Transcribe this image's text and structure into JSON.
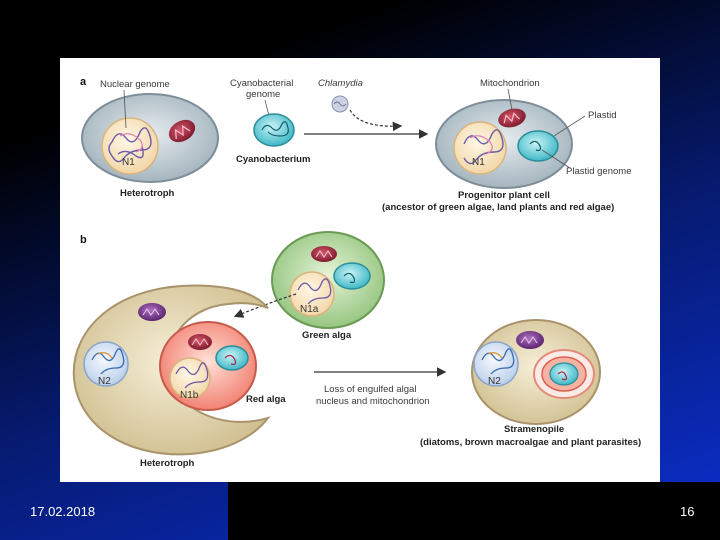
{
  "slide": {
    "date": "17.02.2018",
    "page_number": "16"
  },
  "figure": {
    "panel_a": {
      "letter": "a",
      "nuclear_genome": "Nuclear genome",
      "n1_left": "N1",
      "heterotroph": "Heterotroph",
      "cyanobacterial_genome_line1": "Cyanobacterial",
      "cyanobacterial_genome_line2": "genome",
      "cyanobacterium": "Cyanobacterium",
      "chlamydia": "Chlamydia",
      "mitochondrion": "Mitochondrion",
      "plastid": "Plastid",
      "plastid_genome": "Plastid genome",
      "n1_right": "N1",
      "progenitor": "Progenitor plant cell",
      "progenitor_note": "(ancestor of green algae, land plants and red algae)"
    },
    "panel_b": {
      "letter": "b",
      "n1a": "N1a",
      "green_alga": "Green alga",
      "n2_left": "N2",
      "n1b": "N1b",
      "red_alga": "Red alga",
      "heterotroph": "Heterotroph",
      "loss_line1": "Loss of engulfed algal",
      "loss_line2": "nucleus and mitochondrion",
      "n2_right": "N2",
      "stramenopile": "Stramenopile",
      "stramenopile_note": "(diatoms, brown macroalgae and plant parasites)"
    }
  }
}
